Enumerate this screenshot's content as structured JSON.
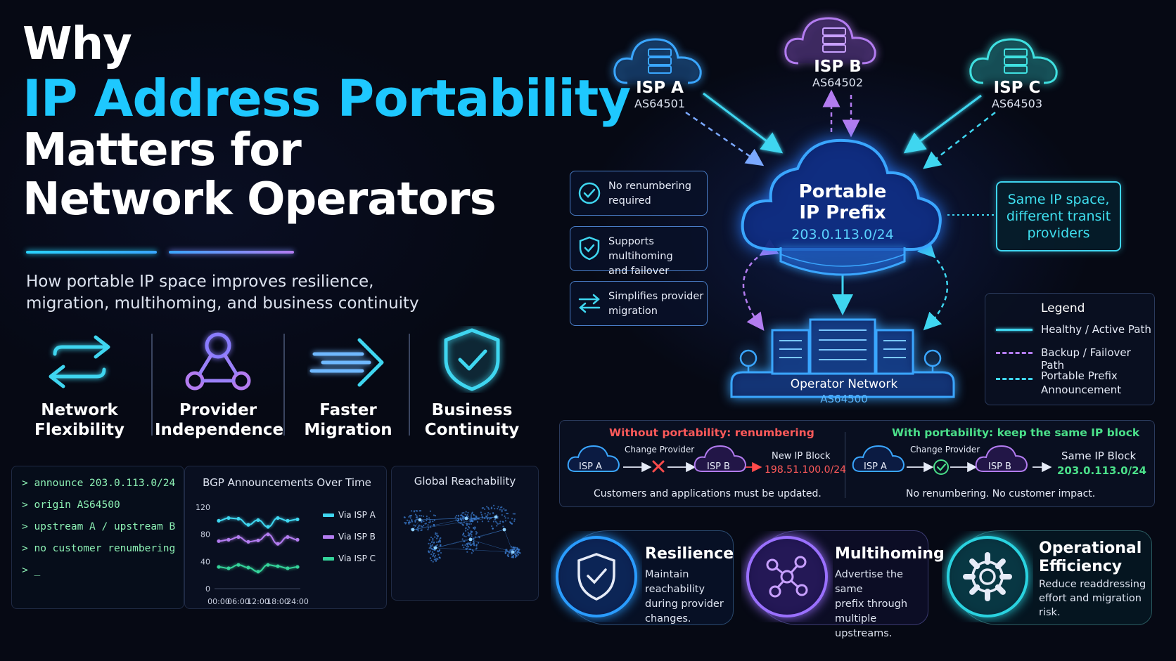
{
  "title": {
    "line1": "Why",
    "line2": "IP Address Portability",
    "line3": "Matters for",
    "line4": "Network Operators"
  },
  "subtitle": "How portable IP space improves resilience, migration, multihoming, and business continuity",
  "features": [
    {
      "icon": "arrows-exchange-icon",
      "line1": "Network",
      "line2": "Flexibility"
    },
    {
      "icon": "network-nodes-icon",
      "line1": "Provider",
      "line2": "Independence"
    },
    {
      "icon": "fast-arrow-icon",
      "line1": "Faster",
      "line2": "Migration"
    },
    {
      "icon": "shield-check-icon",
      "line1": "Business",
      "line2": "Continuity"
    }
  ],
  "terminal": {
    "lines": [
      "> announce 203.0.113.0/24",
      "> origin AS64500",
      "> upstream A / upstream B",
      "> no customer renumbering",
      "> _"
    ]
  },
  "chart_data": {
    "type": "line",
    "title": "BGP Announcements Over Time",
    "x": [
      "00:00",
      "03:00",
      "06:00",
      "09:00",
      "12:00",
      "15:00",
      "18:00",
      "21:00",
      "24:00"
    ],
    "x_ticks": [
      "00:00",
      "06:00",
      "12:00",
      "18:00",
      "24:00"
    ],
    "y_ticks": [
      0,
      40,
      80,
      120
    ],
    "ylim": [
      0,
      120
    ],
    "series": [
      {
        "name": "Via ISP A",
        "color": "#3fd6f0",
        "values": [
          100,
          104,
          103,
          94,
          101,
          91,
          104,
          100,
          102
        ]
      },
      {
        "name": "Via ISP B",
        "color": "#b37cf0",
        "values": [
          70,
          72,
          76,
          69,
          71,
          80,
          66,
          76,
          72
        ]
      },
      {
        "name": "Via ISP C",
        "color": "#34d39a",
        "values": [
          32,
          30,
          35,
          31,
          25,
          35,
          33,
          30,
          32
        ]
      }
    ]
  },
  "reach": {
    "title": "Global Reachability"
  },
  "isps": [
    {
      "name": "ISP A",
      "as": "AS64501",
      "color": "#3aa6ff"
    },
    {
      "name": "ISP B",
      "as": "AS64502",
      "color": "#b37cf0"
    },
    {
      "name": "ISP C",
      "as": "AS64503",
      "color": "#3fe0e0"
    }
  ],
  "prefix": {
    "line1": "Portable",
    "line2": "IP Prefix",
    "cidr": "203.0.113.0/24"
  },
  "operator": {
    "name": "Operator Network",
    "as": "AS64500"
  },
  "badges": [
    {
      "icon": "check-circle-icon",
      "line1": "No renumbering",
      "line2": "required"
    },
    {
      "icon": "shield-check-icon",
      "line1": "Supports multihoming",
      "line2": "and failover"
    },
    {
      "icon": "swap-arrows-icon",
      "line1": "Simplifies provider",
      "line2": "migration"
    }
  ],
  "callout": {
    "line1": "Same IP space,",
    "line2": "different transit",
    "line3": "providers"
  },
  "legend": {
    "title": "Legend",
    "items": [
      {
        "label": "Healthy / Active Path",
        "color": "#3fd6f0",
        "style": "solid"
      },
      {
        "label": "Backup / Failover Path",
        "color": "#b37cf0",
        "style": "dashed"
      },
      {
        "label_line1": "Portable Prefix",
        "label_line2": "Announcement",
        "color": "#3fd6f0",
        "style": "dashed"
      }
    ]
  },
  "comparison": {
    "without": {
      "heading": "Without portability: renumbering",
      "change_label": "Change Provider",
      "from": "ISP A",
      "to": "ISP B",
      "result_label": "New IP Block",
      "result_value": "198.51.100.0/24",
      "footer": "Customers and applications must be updated."
    },
    "with": {
      "heading": "With portability: keep the same IP block",
      "change_label": "Change Provider",
      "from": "ISP A",
      "to": "ISP B",
      "result_label": "Same IP Block",
      "result_value": "203.0.113.0/24",
      "footer": "No renumbering. No customer impact."
    }
  },
  "benefits": [
    {
      "icon": "shield-check-icon",
      "title": "Resilience",
      "desc": [
        "Maintain reachability",
        "during provider",
        "changes."
      ]
    },
    {
      "icon": "multihoming-nodes-icon",
      "title": "Multihoming",
      "desc": [
        "Advertise the same",
        "prefix through",
        "multiple upstreams."
      ]
    },
    {
      "icon": "gear-icon",
      "title_line1": "Operational",
      "title_line2": "Efficiency",
      "desc": [
        "Reduce readdressing",
        "effort and migration",
        "risk."
      ]
    }
  ],
  "colors": {
    "accent_cyan": "#1ec8ff",
    "accent_purple": "#b37cf0",
    "error": "#ff4b4b",
    "success": "#4be08a"
  }
}
